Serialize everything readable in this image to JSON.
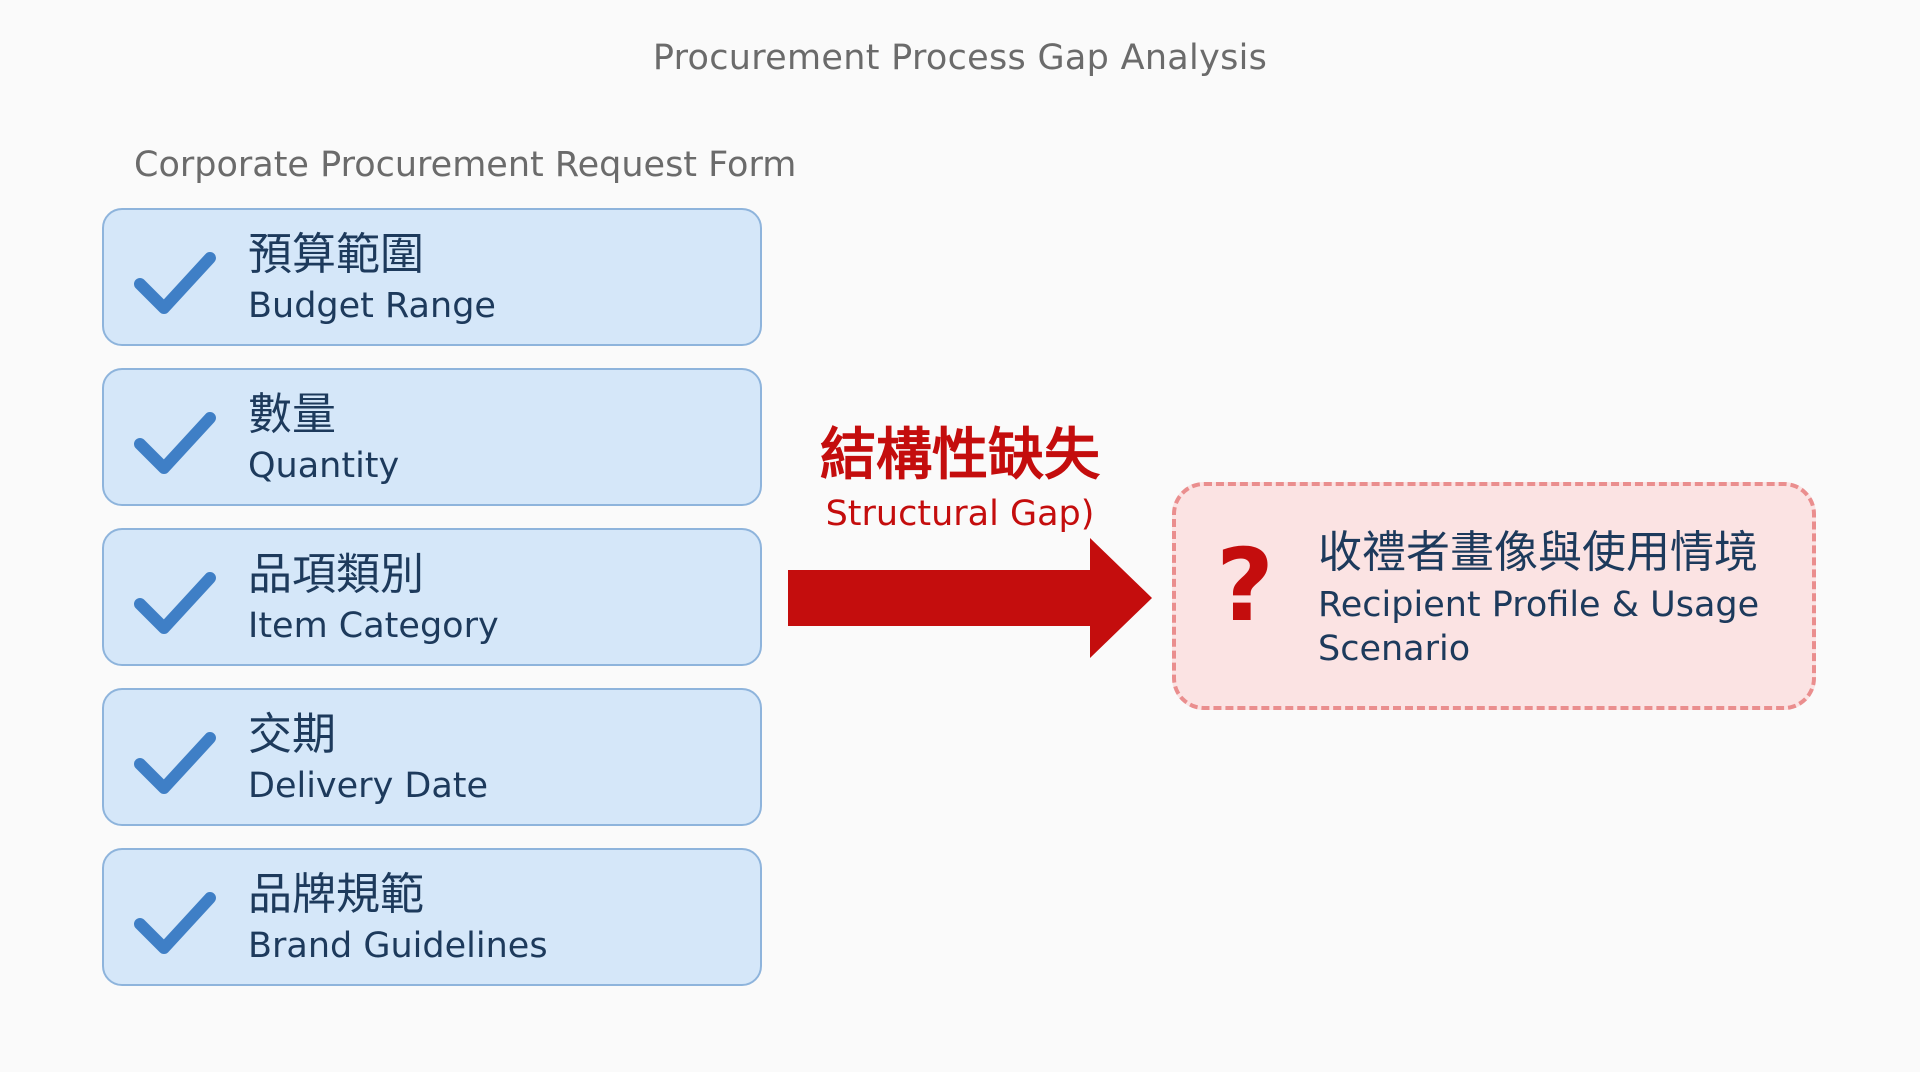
{
  "title": "Procurement Process Gap Analysis",
  "form": {
    "title": "Corporate Procurement Request Form",
    "items": [
      {
        "zh": "預算範圍",
        "en": "Budget Range",
        "icon": "check-icon"
      },
      {
        "zh": "數量",
        "en": "Quantity",
        "icon": "check-icon"
      },
      {
        "zh": "品項類別",
        "en": "Item Category",
        "icon": "check-icon"
      },
      {
        "zh": "交期",
        "en": "Delivery Date",
        "icon": "check-icon"
      },
      {
        "zh": "品牌規範",
        "en": "Brand Guidelines",
        "icon": "check-icon"
      }
    ]
  },
  "gap": {
    "zh": "結構性缺失",
    "en": "Structural Gap)",
    "icon": "arrow-right-icon"
  },
  "missing": {
    "icon": "?",
    "zh": "收禮者畫像與使用情境",
    "en": "Recipient Profile & Usage Scenario"
  },
  "colors": {
    "item_fill": "#d5e7f9",
    "item_border": "#8eb4dc",
    "check": "#3f7fc6",
    "accent_red": "#c40d0d",
    "gap_fill": "#fbe3e3",
    "gap_border": "#ea8e8e"
  }
}
